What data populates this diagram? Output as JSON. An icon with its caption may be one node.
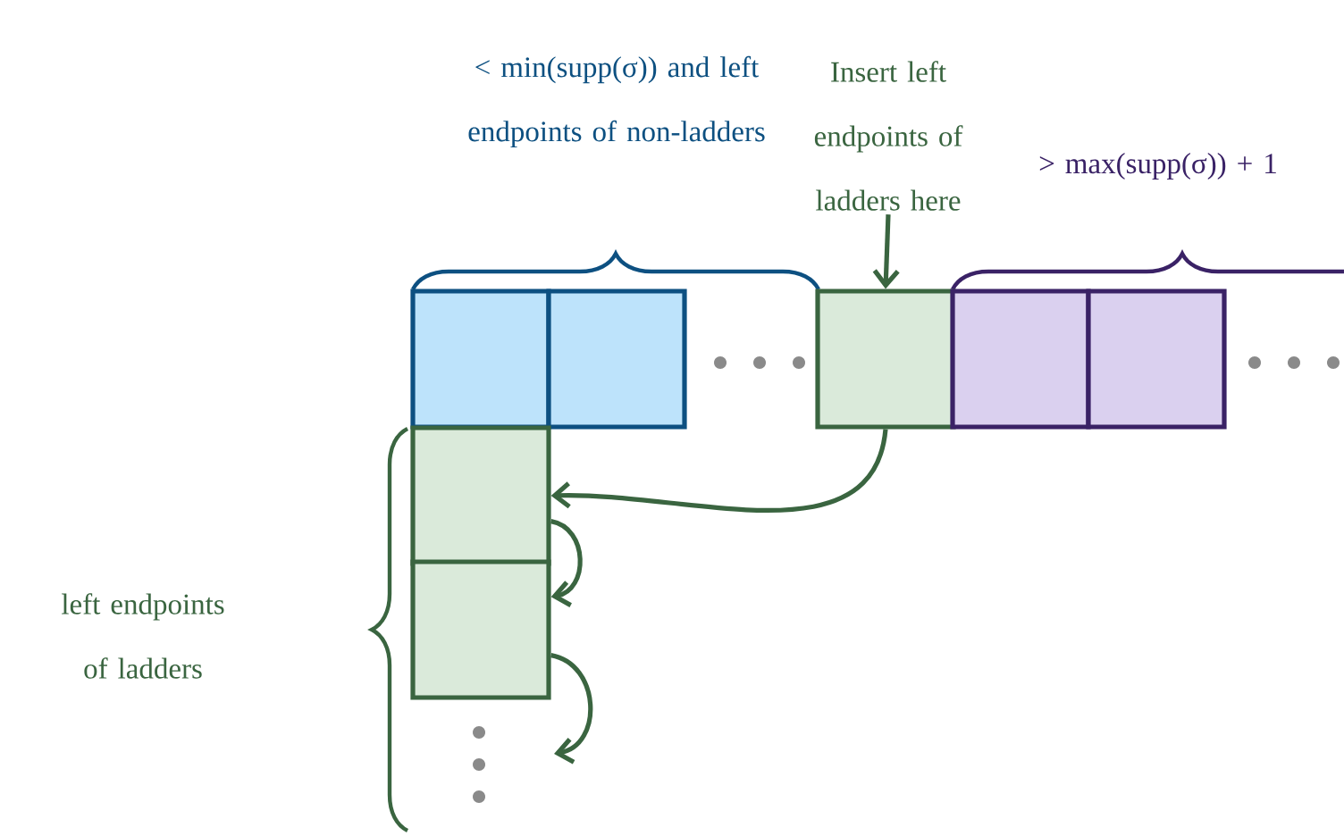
{
  "diagram": {
    "nodes": [
      {
        "text": [],
        "shape": "box"
      },
      {
        "text": [],
        "shape": "box"
      },
      {
        "text": [],
        "shape": "box"
      },
      {
        "text": [],
        "shape": "box"
      },
      {
        "text": [],
        "shape": "box"
      },
      {
        "text": [],
        "shape": "box"
      },
      {
        "text": [],
        "shape": "box"
      },
      {
        "text": [
          "Insert left endpoints of ladders here"
        ]
      }
    ],
    "edges": [
      {
        "from": 7,
        "to": 2,
        "arrow": "to"
      },
      {
        "from": 2,
        "to": 5,
        "arrow": "to"
      },
      {
        "from": 5,
        "to": 6,
        "arrow": "to"
      },
      {
        "from": 6,
        "to": null,
        "arrow": "to"
      }
    ],
    "labels": [
      "< min(supp(σ)) and left endpoints of non-ladders",
      "> max(supp(σ)) + 1",
      "left endpoints of ladders"
    ]
  }
}
